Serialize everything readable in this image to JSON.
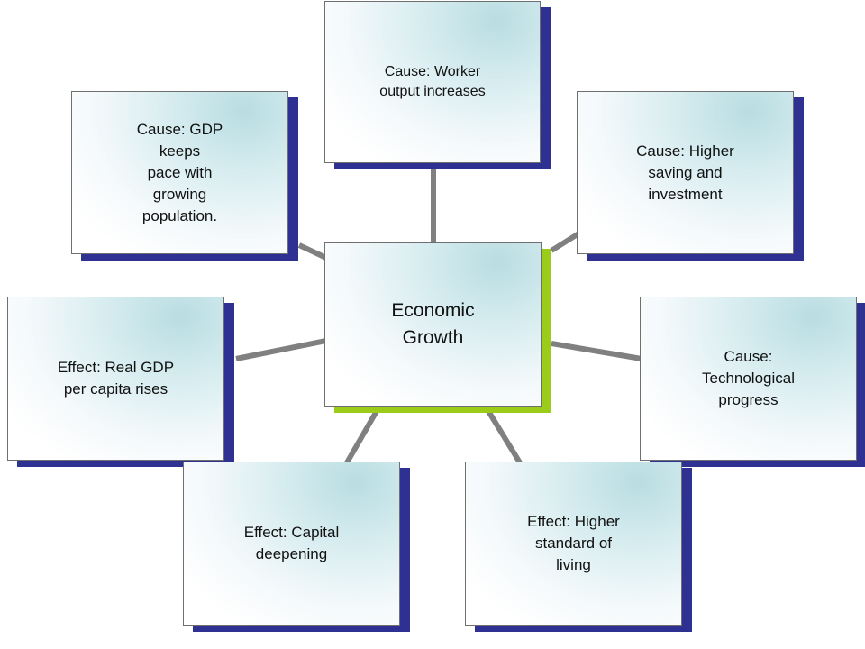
{
  "diagram": {
    "center": {
      "text": "Economic\nGrowth"
    },
    "nodes": [
      {
        "id": "worker-output",
        "text": "Cause: Worker\noutput increases"
      },
      {
        "id": "gdp-pace",
        "text": "Cause: GDP\nkeeps\npace with\ngrowing\npopulation."
      },
      {
        "id": "saving-investment",
        "text": "Cause: Higher\nsaving and\ninvestment"
      },
      {
        "id": "real-gdp",
        "text": "Effect: Real GDP\nper capita rises"
      },
      {
        "id": "technology",
        "text": "Cause:\nTechnological\nprogress"
      },
      {
        "id": "capital-deepening",
        "text": "Effect: Capital\ndeepening"
      },
      {
        "id": "standard-living",
        "text": "Effect: Higher\nstandard of\nliving"
      }
    ],
    "colors": {
      "connector": "#808080",
      "outer_shadow": "#2e3192",
      "center_shadow": "#9ccc1a"
    }
  }
}
